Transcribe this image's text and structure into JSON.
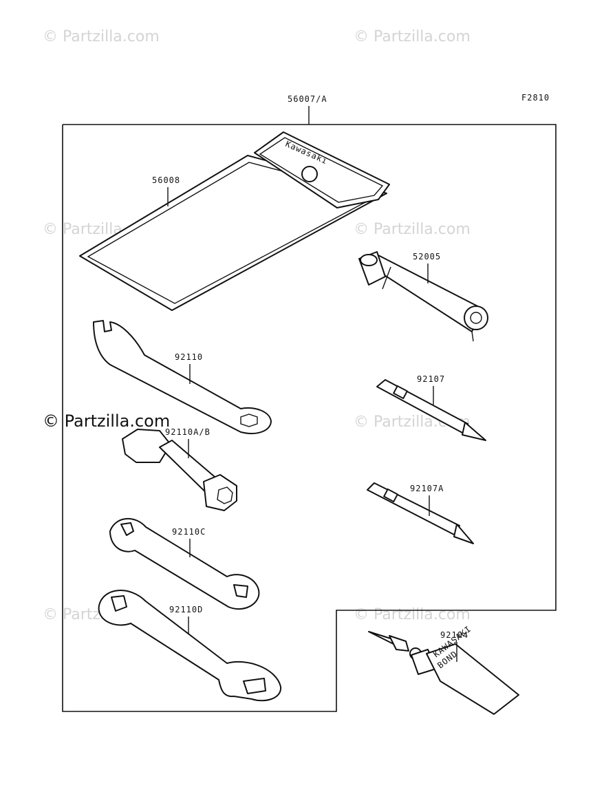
{
  "watermarks": [
    "© Partzilla.com",
    "© Partzilla.com",
    "© Partzilla.com",
    "© Partzilla.com",
    "© Partzilla.com",
    "© Partzilla.com",
    "© Partzilla.com",
    "© Partzilla.com"
  ],
  "watermark_main": "© Partzilla.com",
  "diagram_code": "F2810",
  "group_label": "56007/A",
  "pouch_brand": "Kawasaki",
  "bond_text_1": "KAWASAKI",
  "bond_text_2": "BOND",
  "parts": [
    {
      "label": "56008"
    },
    {
      "label": "52005"
    },
    {
      "label": "92110"
    },
    {
      "label": "92107"
    },
    {
      "label": "92110A/B"
    },
    {
      "label": "92107A"
    },
    {
      "label": "92110C"
    },
    {
      "label": "92110D"
    },
    {
      "label": "92104"
    }
  ]
}
